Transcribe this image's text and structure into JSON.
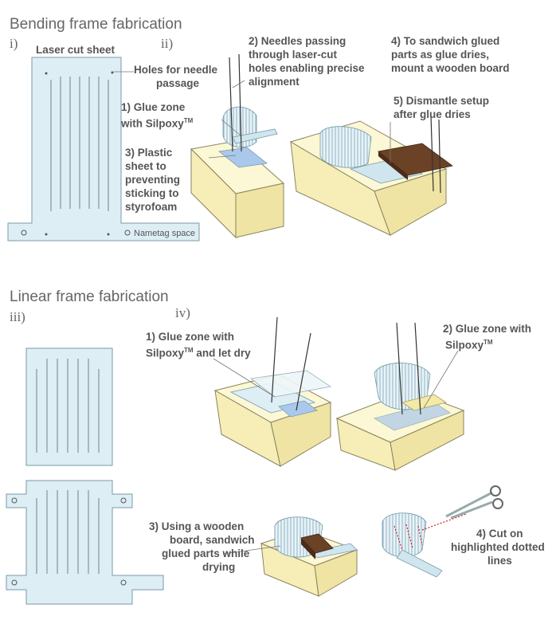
{
  "section_bending": {
    "title": "Bending frame fabrication",
    "panel_i": "i)",
    "panel_ii": "ii)"
  },
  "section_linear": {
    "title": "Linear frame fabrication",
    "panel_iii": "iii)",
    "panel_iv": "iv)"
  },
  "bending_labels": {
    "laser_cut_sheet": "Laser cut sheet",
    "holes_line1": "Holes for needle",
    "holes_line2": "passage",
    "nametag": "Nametag space",
    "glue_zone_line1": "1) Glue zone",
    "glue_zone_line2": "with Silpoxy",
    "tm": "TM",
    "needles_line1": "2) Needles passing",
    "needles_line2": "through laser-cut",
    "needles_line3": "holes enabling precise",
    "needles_line4": "alignment",
    "plastic_line1": "3) Plastic",
    "plastic_line2": "sheet to",
    "plastic_line3": "preventing",
    "plastic_line4": "sticking to",
    "plastic_line5": "styrofoam",
    "sandwich_line1": "4) To sandwich glued",
    "sandwich_line2": "parts as glue dries,",
    "sandwich_line3": "mount a wooden board",
    "dismantle_line1": "5) Dismantle setup",
    "dismantle_line2": "after glue dries"
  },
  "linear_labels": {
    "glue1_line1": "1) Glue zone with",
    "glue1_line2": "Silpoxy",
    "glue1_line2b": " and let dry",
    "tm": "TM",
    "glue2_line1": "2) Glue zone with",
    "glue2_line2": "Silpoxy",
    "board_line1": "3) Using a wooden",
    "board_line2": "board, sandwich",
    "board_line3": "glued parts while",
    "board_line4": "drying",
    "cut_line1": "4) Cut on",
    "cut_line2": "highlighted dotted",
    "cut_line3": "lines"
  },
  "colors": {
    "sheet_fill": "#ddeef5",
    "sheet_stroke": "#7a9aa8",
    "foam_fill": "#fbf5c8",
    "foam_stroke": "#8a8360",
    "plastic_fill": "#a9c8ec",
    "board_fill": "#6b4226",
    "dotted_cut": "#cc2222"
  },
  "icons": [
    "needle-icon",
    "scissors-icon"
  ]
}
